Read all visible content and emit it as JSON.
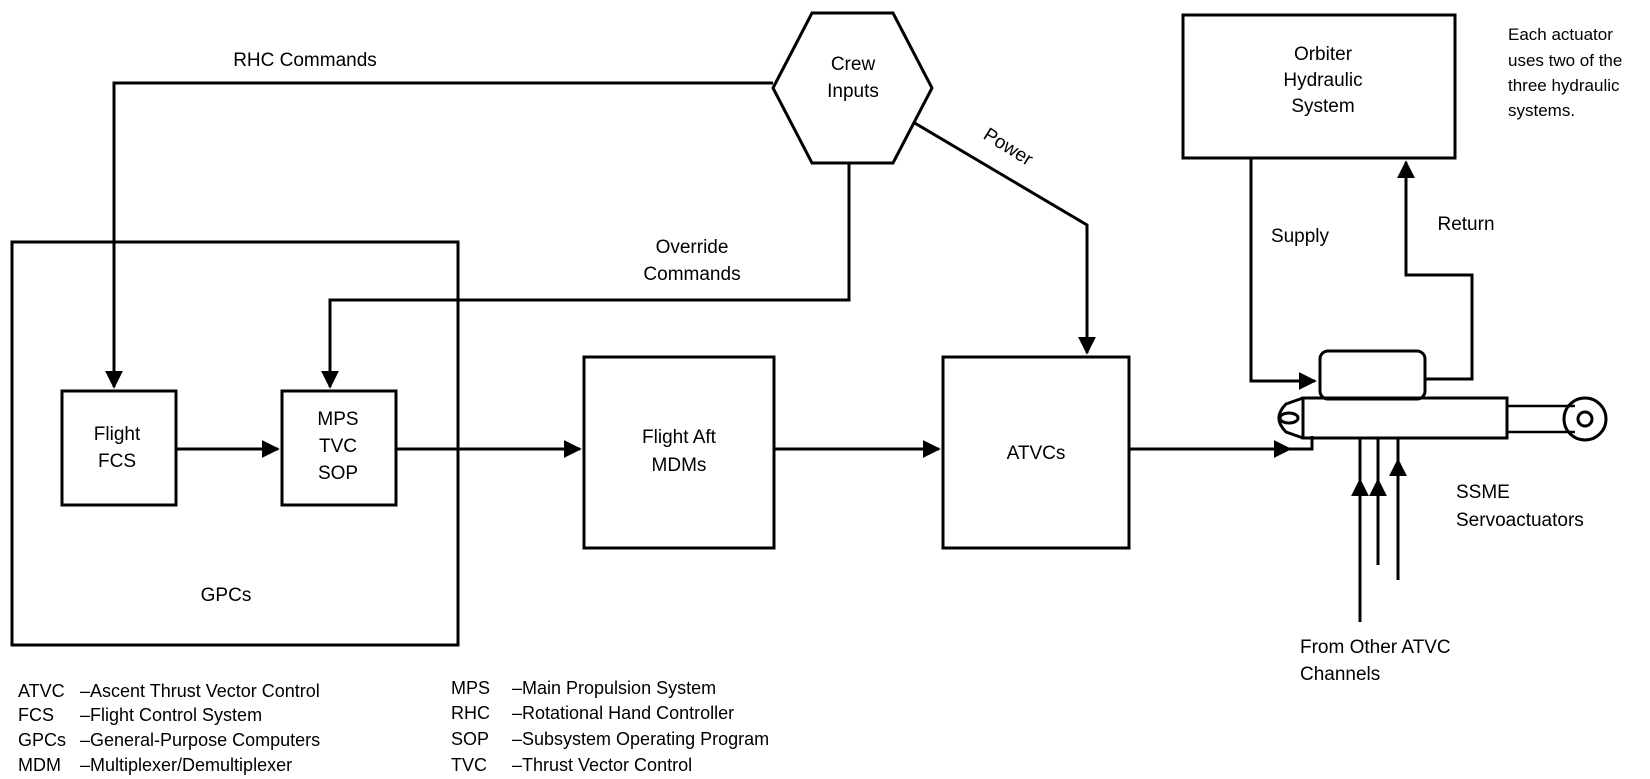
{
  "labels": {
    "rhc_commands": "RHC Commands",
    "crew_inputs_1": "Crew",
    "crew_inputs_2": "Inputs",
    "power": "Power",
    "override_1": "Override",
    "override_2": "Commands",
    "orbiter_1": "Orbiter",
    "orbiter_2": "Hydraulic",
    "orbiter_3": "System",
    "note_1": "Each actuator",
    "note_2": "uses two of the",
    "note_3": "three hydraulic",
    "note_4": "systems.",
    "supply": "Supply",
    "return": "Return",
    "flight_fcs_1": "Flight",
    "flight_fcs_2": "FCS",
    "mps_1": "MPS",
    "mps_2": "TVC",
    "mps_3": "SOP",
    "flight_aft_1": "Flight Aft",
    "flight_aft_2": "MDMs",
    "atvcs": "ATVCs",
    "gpcs": "GPCs",
    "ssme_1": "SSME",
    "ssme_2": "Servoactuators",
    "from_other_1": "From Other ATVC",
    "from_other_2": "Channels"
  },
  "legend": {
    "left": [
      {
        "abbr": "ATVC",
        "def": "–Ascent Thrust Vector Control"
      },
      {
        "abbr": "FCS",
        "def": "–Flight Control System"
      },
      {
        "abbr": "GPCs",
        "def": "–General-Purpose Computers"
      },
      {
        "abbr": "MDM",
        "def": "–Multiplexer/Demultiplexer"
      }
    ],
    "right": [
      {
        "abbr": "MPS",
        "def": "–Main Propulsion System"
      },
      {
        "abbr": "RHC",
        "def": "–Rotational Hand Controller"
      },
      {
        "abbr": "SOP",
        "def": "–Subsystem Operating Program"
      },
      {
        "abbr": "TVC",
        "def": "–Thrust Vector Control"
      }
    ]
  }
}
